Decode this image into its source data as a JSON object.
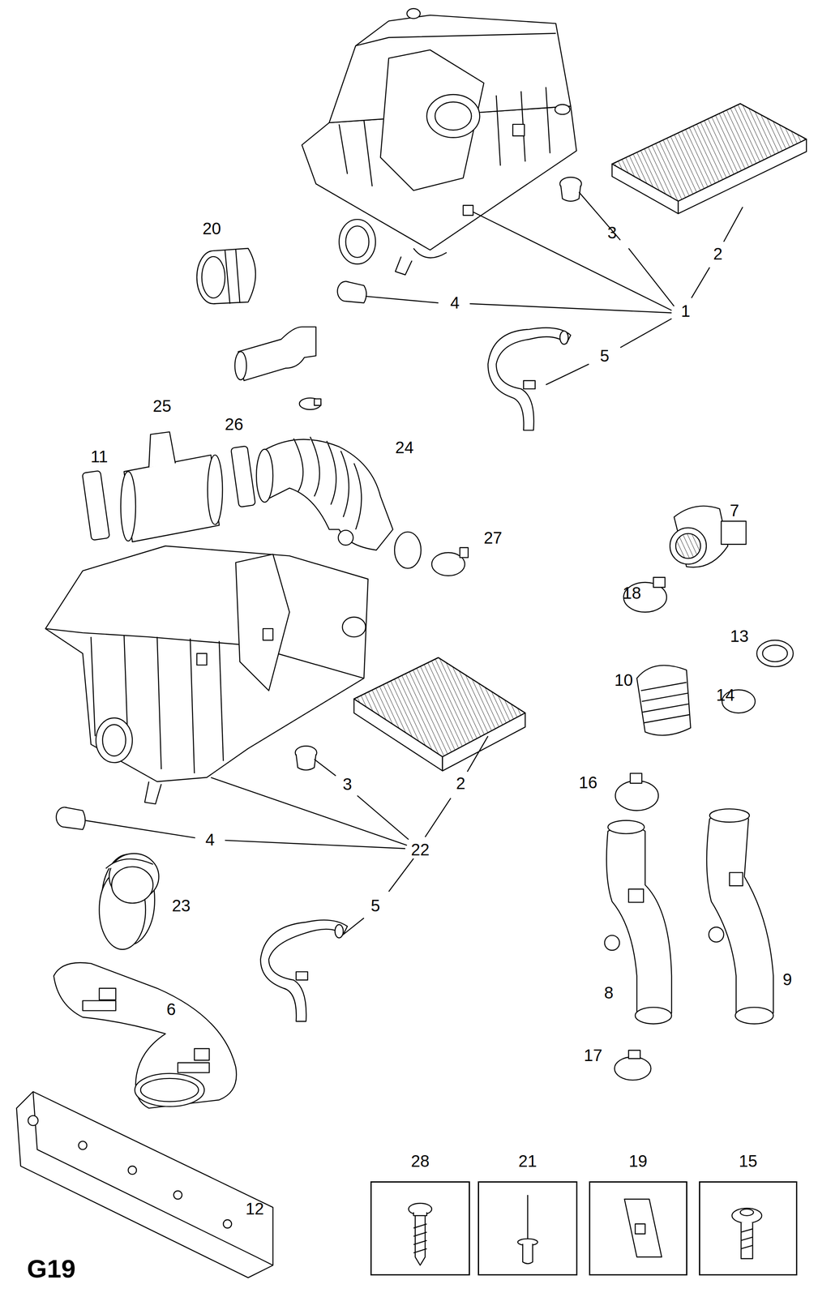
{
  "diagram": {
    "nodes": [
      {
        "text": [
          "28"
        ]
      },
      {
        "text": [
          "21"
        ]
      },
      {
        "text": [
          "19"
        ]
      },
      {
        "text": [
          "15"
        ]
      }
    ],
    "labels": [
      "20",
      "3",
      "2",
      "4",
      "1",
      "5",
      "25",
      "26",
      "11",
      "24",
      "7",
      "27",
      "18",
      "13",
      "10",
      "14",
      "3",
      "2",
      "16",
      "4",
      "22",
      "23",
      "5",
      "6",
      "8",
      "9",
      "17",
      "12",
      "G19"
    ]
  }
}
